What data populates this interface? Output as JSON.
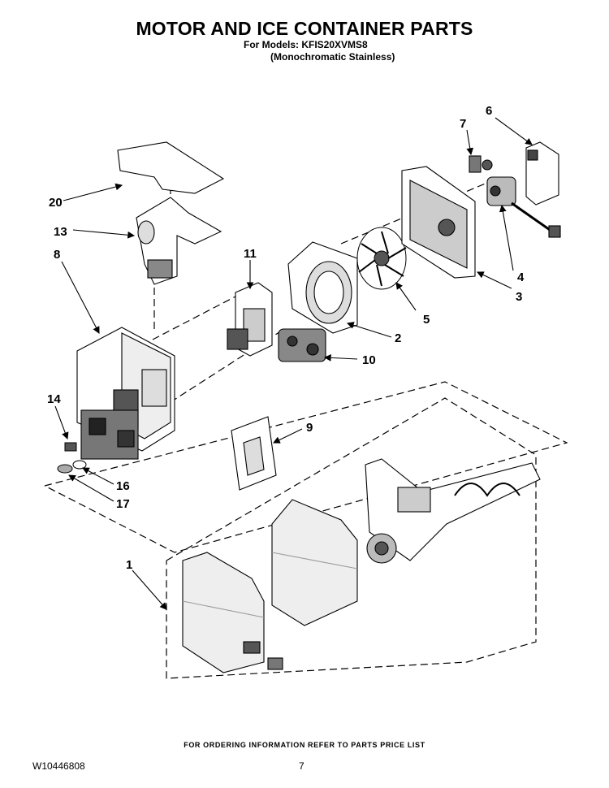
{
  "header": {
    "title": "MOTOR AND ICE CONTAINER PARTS",
    "models_line": "For Models: KFIS20XVMS8",
    "finish_line": "(Monochromatic Stainless)"
  },
  "callouts": [
    {
      "id": "c1",
      "label": "1"
    },
    {
      "id": "c2",
      "label": "2"
    },
    {
      "id": "c3",
      "label": "3"
    },
    {
      "id": "c4",
      "label": "4"
    },
    {
      "id": "c5",
      "label": "5"
    },
    {
      "id": "c6",
      "label": "6"
    },
    {
      "id": "c7",
      "label": "7"
    },
    {
      "id": "c8",
      "label": "8"
    },
    {
      "id": "c9",
      "label": "9"
    },
    {
      "id": "c10",
      "label": "10"
    },
    {
      "id": "c11",
      "label": "11"
    },
    {
      "id": "c13",
      "label": "13"
    },
    {
      "id": "c14",
      "label": "14"
    },
    {
      "id": "c16",
      "label": "16"
    },
    {
      "id": "c17",
      "label": "17"
    },
    {
      "id": "c20",
      "label": "20"
    }
  ],
  "footer": {
    "ordering_note": "FOR ORDERING INFORMATION REFER TO PARTS PRICE LIST",
    "doc_number": "W10446808",
    "page_number": "7"
  }
}
